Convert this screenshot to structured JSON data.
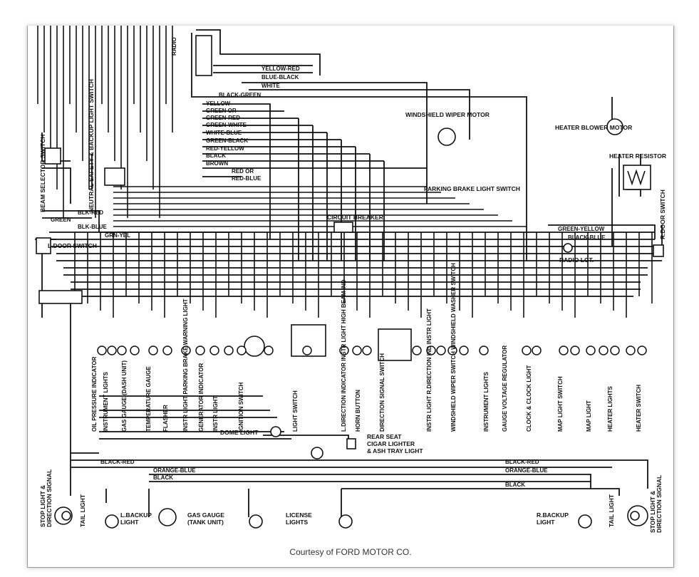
{
  "caption": "Courtesy of FORD MOTOR CO.",
  "wire_labels": {
    "yellow_red": "YELLOW-RED",
    "blue_black": "BLUE-BLACK",
    "white": "WHITE",
    "black_green": "BLACK-GREEN",
    "yellow": "YELLOW",
    "green_or": "GREEN OR",
    "green_red": "GREEN-RED",
    "green_white": "GREEN-WHITE",
    "white_blue": "WHITE-BLUE",
    "green_black": "GREEN-BLACK",
    "red_yellow": "RED-YELLOW",
    "black": "BLACK",
    "brown": "BROWN",
    "red_or": "RED OR",
    "red_blue": "RED-BLUE",
    "blk_red": "BLK-RED",
    "blk_blue": "BLK-BLUE",
    "grn_yel": "GRN-YEL",
    "green": "GREEN",
    "green_yellow": "GREEN-YELLOW",
    "black_blue": "BLACK-BLUE",
    "black_red": "BLACK-RED",
    "orange_blue": "ORANGE-BLUE",
    "radio": "RADIO"
  },
  "component_labels": {
    "windshield_wiper_motor": "WINDSHIELD WIPER MOTOR",
    "heater_blower_motor": "HEATER BLOWER MOTOR",
    "heater_resistor": "HEATER RESISTOR",
    "parking_brake_light_switch": "PARKING BRAKE LIGHT SWITCH",
    "circuit_breaker": "CIRCUIT BREAKER",
    "r_door_switch": "R.DOOR SWITCH",
    "radio_lgt": "RADIO LGT.",
    "l_door_switch": "L.DOOR SWITCH",
    "beam_selector_switch": "BEAM SELECTOR SWITCH",
    "neutral_safety_backup_light_switch": "NEUTRAL SAFETY & BACKUP LIGHT SWITCH",
    "dome_light": "DOME LIGHT",
    "rear_seat_cigar_lighter": "REAR SEAT",
    "rear_seat_line2": "CIGAR LIGHTER",
    "rear_seat_line3": "& ASH TRAY LIGHT",
    "stop_light_left": "STOP LIGHT &",
    "stop_light_left_2": "DIRECTION SIGNAL",
    "tail_light_left": "TAIL LIGHT",
    "l_backup_light": "L.BACKUP",
    "l_backup_light_2": "LIGHT",
    "gas_gauge_tank": "GAS GAUGE",
    "gas_gauge_tank_2": "(TANK UNIT)",
    "license_lights": "LICENSE",
    "license_lights_2": "LIGHTS",
    "r_backup_light": "R.BACKUP",
    "r_backup_light_2": "LIGHT",
    "tail_light_right": "TAIL LIGHT",
    "stop_light_right": "STOP LIGHT &",
    "stop_light_right_2": "DIRECTION SIGNAL"
  },
  "dash_labels": [
    "OIL PRESSURE INDICATOR",
    "INSTRUMENT LIGHTS",
    "GAS GAUGE (DASH UNIT)",
    "TEMPERATURE GAUGE",
    "FLASHER",
    "INSTR LIGHT PARKING BRAKE WARNING LIGHT",
    "GENERATOR INDICATOR",
    "INSTR LIGHT",
    "IGNITION SWITCH",
    "LIGHT SWITCH",
    "L.DIRECTION INDICATOR INSTR LIGHT HIGH BEAM IND",
    "HORN BUTTON",
    "DIRECTION SIGNAL SWITCH",
    "INSTR LIGHT R.DIRECTION IND INSTR LIGHT",
    "WINDSHIELD WIPER SWITCH WINDSHIELD WASHER SWITCH",
    "INSTRUMENT LIGHTS",
    "GAUGE VOLTAGE REGULATOR",
    "CLOCK & CLOCK LIGHT",
    "MAP LIGHT SWITCH",
    "MAP LIGHT",
    "HEATER LIGHTS",
    "HEATER SWITCH"
  ],
  "colors": {
    "ink": "#111111",
    "paper": "#ffffff",
    "frame_border": "#9a9a9a",
    "caption": "#333333"
  }
}
